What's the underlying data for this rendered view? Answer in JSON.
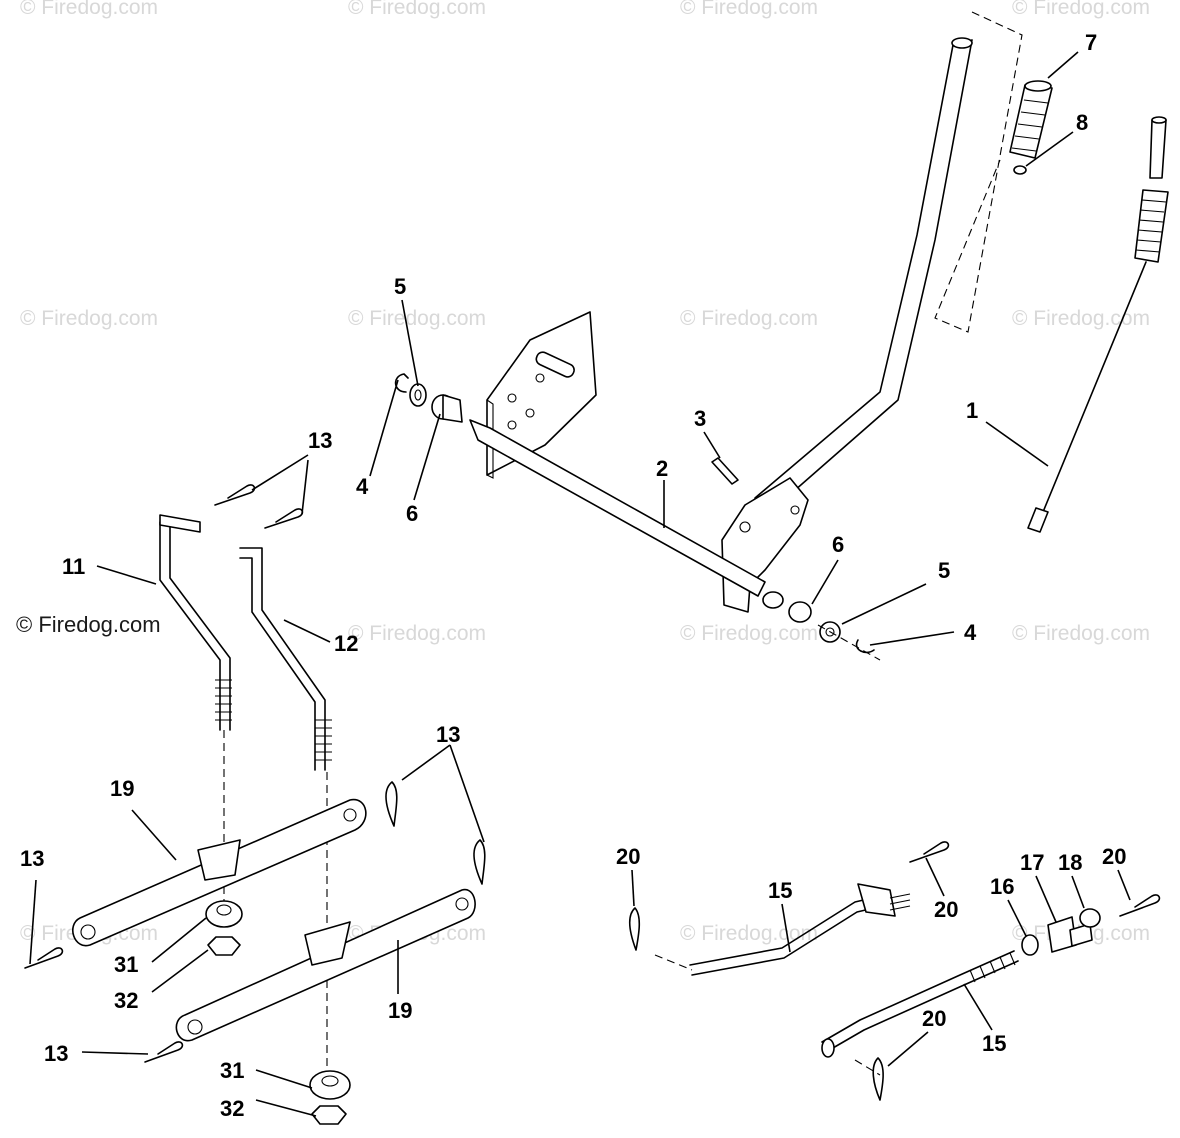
{
  "watermark": {
    "text": "© Firedog.com"
  },
  "callouts": {
    "c1": "1",
    "c2": "2",
    "c3": "3",
    "c4a": "4",
    "c4b": "4",
    "c5a": "5",
    "c5b": "5",
    "c6a": "6",
    "c6b": "6",
    "c7": "7",
    "c8": "8",
    "c11": "11",
    "c12": "12",
    "c13a": "13",
    "c13b": "13",
    "c13c": "13",
    "c13d": "13",
    "c15a": "15",
    "c15b": "15",
    "c16": "16",
    "c17": "17",
    "c18": "18",
    "c19a": "19",
    "c19b": "19",
    "c20a": "20",
    "c20b": "20",
    "c20c": "20",
    "c20d": "20",
    "c31a": "31",
    "c31b": "31",
    "c32a": "32",
    "c32b": "32"
  }
}
